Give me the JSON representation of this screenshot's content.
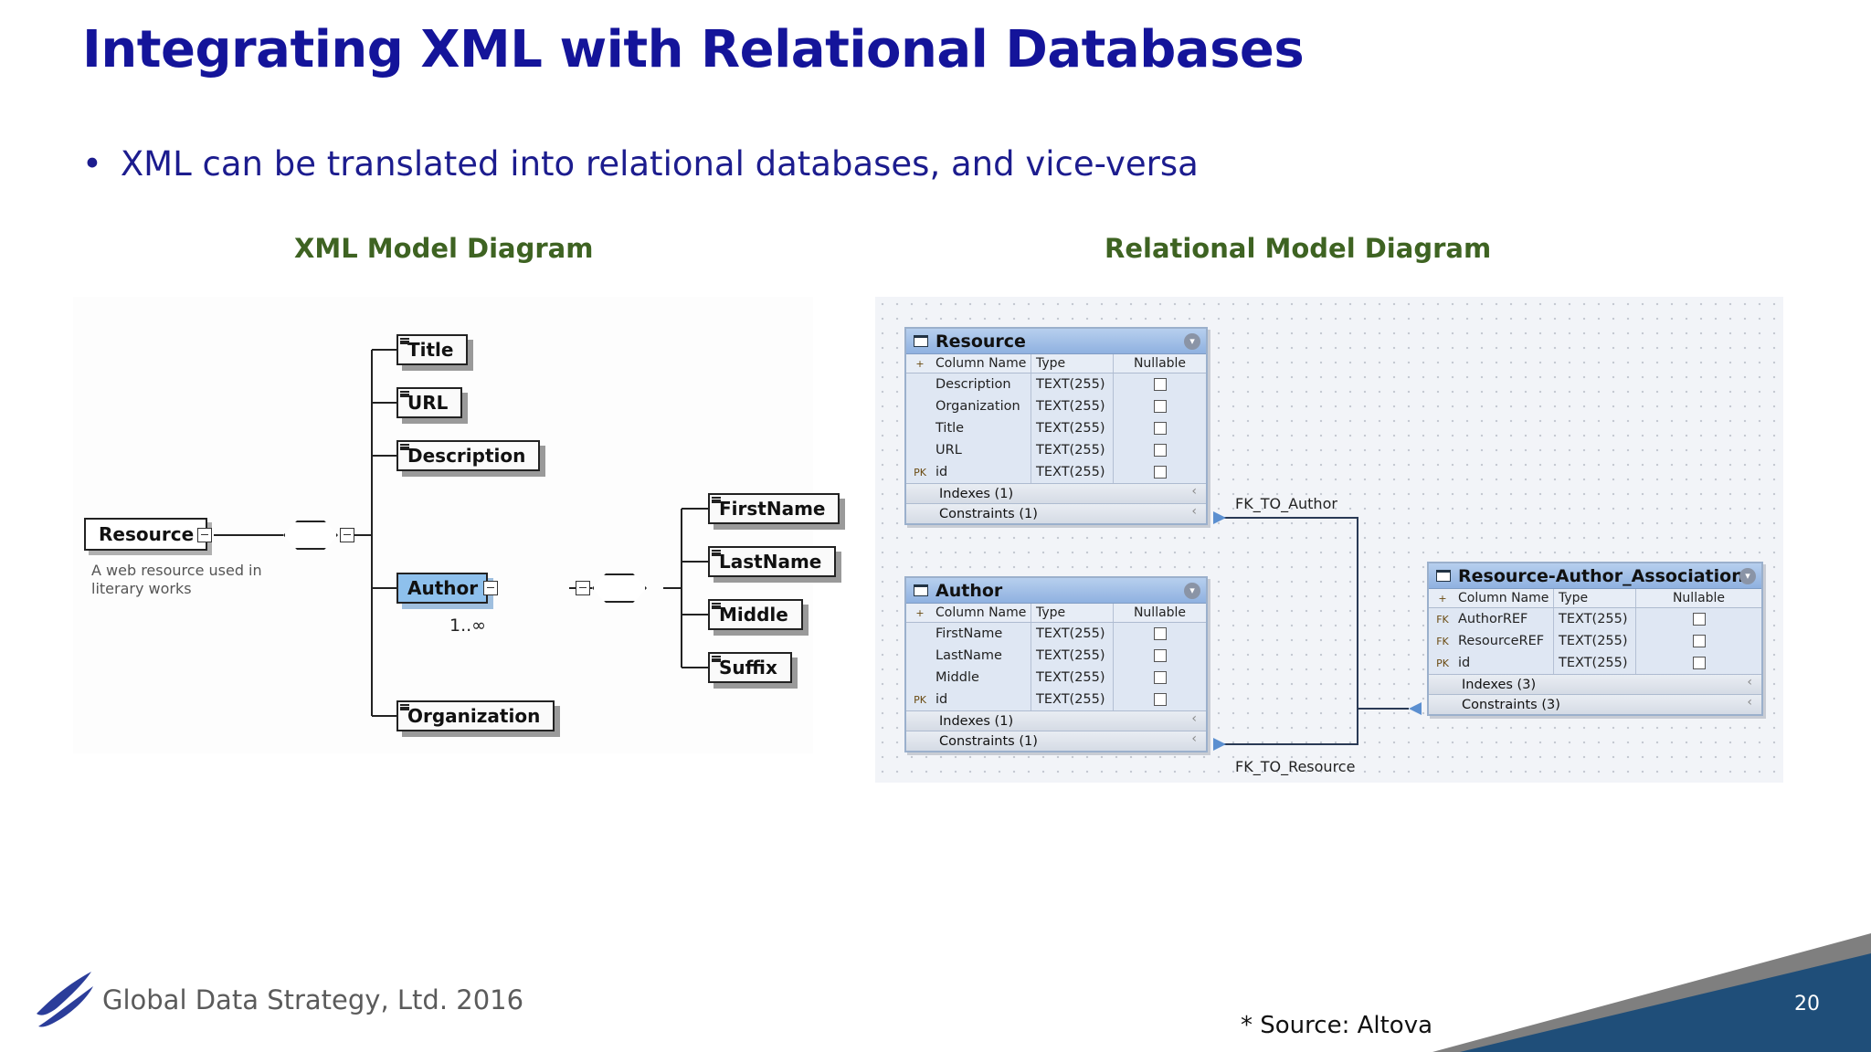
{
  "slide": {
    "title": "Integrating XML with Relational Databases",
    "bullet": "XML can be translated into relational databases, and vice-versa",
    "footer": "Global Data Strategy, Ltd. 2016",
    "source": "* Source:  Altova",
    "page_number": "20"
  },
  "xml_diagram": {
    "heading": "XML Model Diagram",
    "root": {
      "label": "Resource",
      "description": "A web resource used in literary works"
    },
    "children": [
      "Title",
      "URL",
      "Description",
      "Author",
      "Organization"
    ],
    "author_children": [
      "FirstName",
      "LastName",
      "Middle",
      "Suffix"
    ],
    "author_multiplicity": "1..∞"
  },
  "relational_diagram": {
    "heading": "Relational Model Diagram",
    "column_headers": {
      "name": "Column Name",
      "type": "Type",
      "nullable": "Nullable"
    },
    "tables": {
      "resource": {
        "name": "Resource",
        "rows": [
          {
            "name": "Description",
            "type": "TEXT(255)"
          },
          {
            "name": "Organization",
            "type": "TEXT(255)"
          },
          {
            "name": "Title",
            "type": "TEXT(255)"
          },
          {
            "name": "URL",
            "type": "TEXT(255)"
          },
          {
            "name": "id",
            "type": "TEXT(255)",
            "key": "PK"
          }
        ],
        "indexes": "Indexes (1)",
        "constraints": "Constraints (1)"
      },
      "author": {
        "name": "Author",
        "rows": [
          {
            "name": "FirstName",
            "type": "TEXT(255)"
          },
          {
            "name": "LastName",
            "type": "TEXT(255)"
          },
          {
            "name": "Middle",
            "type": "TEXT(255)"
          },
          {
            "name": "id",
            "type": "TEXT(255)",
            "key": "PK"
          }
        ],
        "indexes": "Indexes (1)",
        "constraints": "Constraints (1)"
      },
      "association": {
        "name": "Resource-Author_Association",
        "rows": [
          {
            "name": "AuthorREF",
            "type": "TEXT(255)",
            "key": "FK"
          },
          {
            "name": "ResourceREF",
            "type": "TEXT(255)",
            "key": "FK"
          },
          {
            "name": "id",
            "type": "TEXT(255)",
            "key": "PK"
          }
        ],
        "indexes": "Indexes (3)",
        "constraints": "Constraints (3)"
      }
    },
    "relations": {
      "fk_author": "FK_TO_Author",
      "fk_resource": "FK_TO_Resource"
    }
  },
  "colors": {
    "title": "#14149a",
    "subheading": "#3e6322",
    "accent_dark": "#1f4e79",
    "accent_gray": "#7f7f7f"
  }
}
